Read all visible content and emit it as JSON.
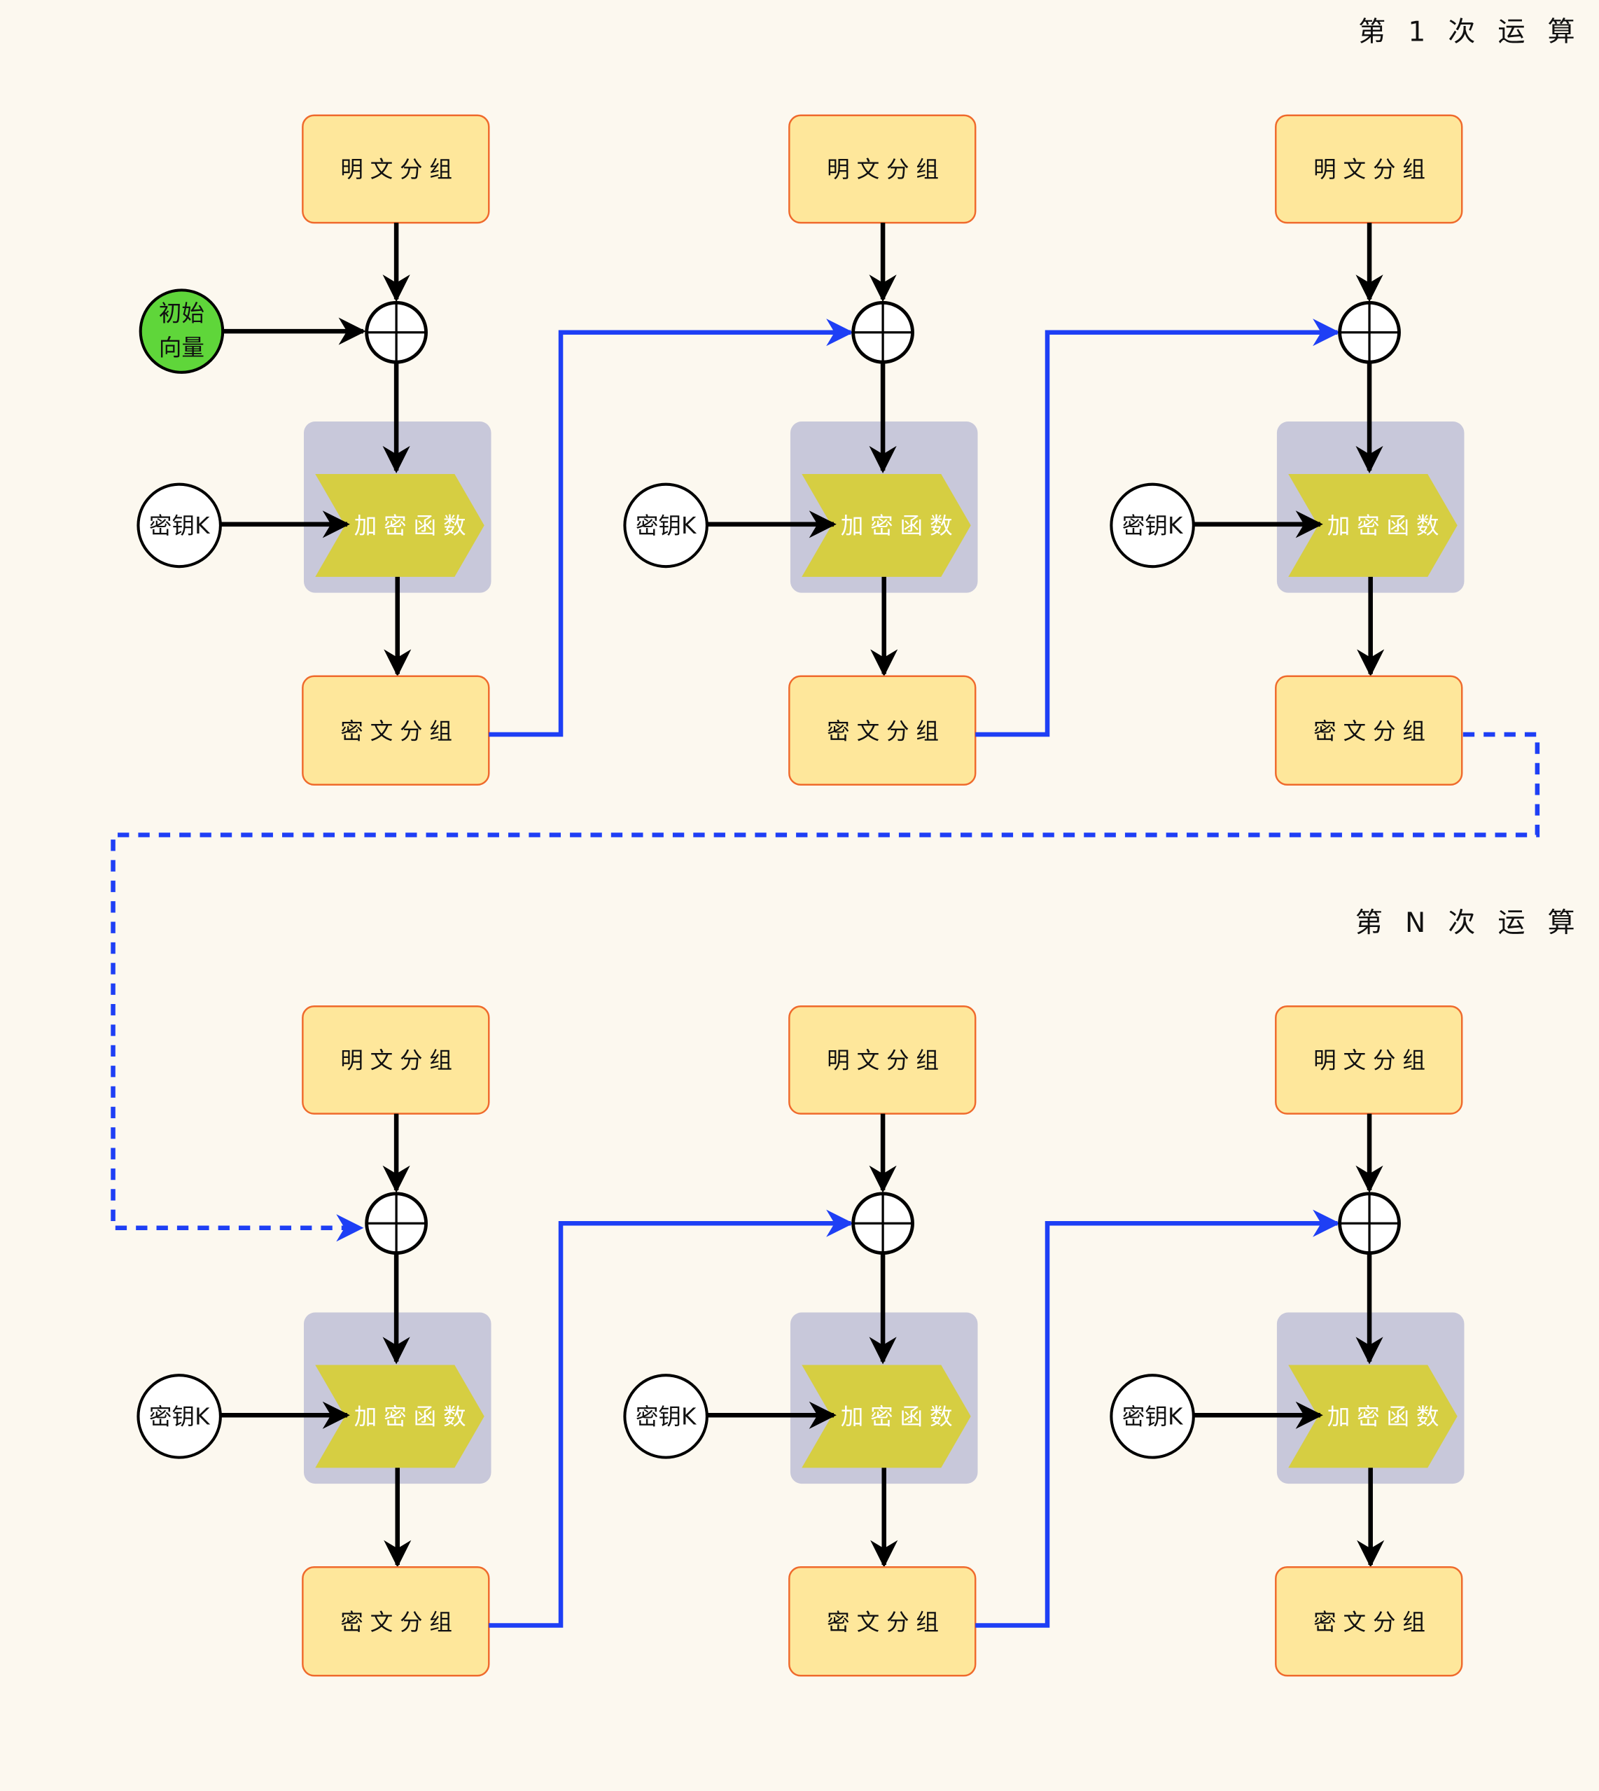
{
  "rounds": [
    {
      "title": "第 1 次 运 算",
      "has_iv": true,
      "stages": [
        {
          "plaintext": "明文分组",
          "key": "密钥K",
          "function": "加密函数",
          "ciphertext": "密文分组"
        },
        {
          "plaintext": "明文分组",
          "key": "密钥K",
          "function": "加密函数",
          "ciphertext": "密文分组"
        },
        {
          "plaintext": "明文分组",
          "key": "密钥K",
          "function": "加密函数",
          "ciphertext": "密文分组"
        }
      ]
    },
    {
      "title": "第 N 次 运 算",
      "has_iv": false,
      "stages": [
        {
          "plaintext": "明文分组",
          "key": "密钥K",
          "function": "加密函数",
          "ciphertext": "密文分组"
        },
        {
          "plaintext": "明文分组",
          "key": "密钥K",
          "function": "加密函数",
          "ciphertext": "密文分组"
        },
        {
          "plaintext": "明文分组",
          "key": "密钥K",
          "function": "加密函数",
          "ciphertext": "密文分组"
        }
      ]
    }
  ],
  "iv": {
    "line1": "初始",
    "line2": "向量"
  },
  "colors": {
    "background": "#fcf8ef",
    "block_fill": "#fee79b",
    "block_stroke": "#ef6a2c",
    "function_panel": "#c8c8da",
    "function_chevron": "#d6ce42",
    "iv_fill": "#5fd63a",
    "chain_line": "#1e3ff5",
    "arrow": "#000000"
  }
}
